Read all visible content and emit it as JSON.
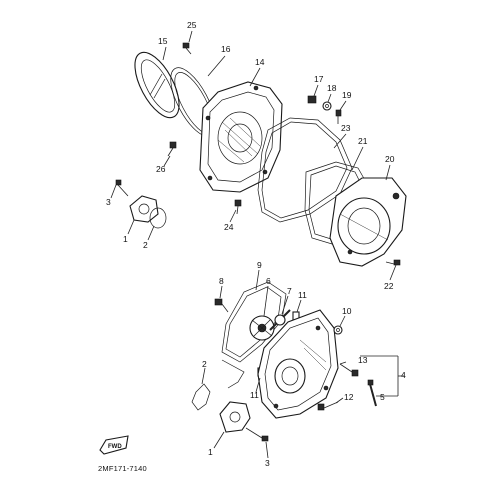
{
  "diagram": {
    "code": "2MF171-7140",
    "fwd_label": "FWD",
    "labels": {
      "p1a": "1",
      "p1b": "1",
      "p2a": "2",
      "p2b": "2",
      "p3a": "3",
      "p3b": "3",
      "p4": "4",
      "p5": "5",
      "p6": "6",
      "p7": "7",
      "p8": "8",
      "p9": "9",
      "p10": "10",
      "p11a": "11",
      "p11b": "11",
      "p12": "12",
      "p13": "13",
      "p14": "14",
      "p15": "15",
      "p16": "16",
      "p17": "17",
      "p18": "18",
      "p19": "19",
      "p20": "20",
      "p21": "21",
      "p22": "22",
      "p23": "23",
      "p24": "24",
      "p25": "25",
      "p26": "26"
    }
  }
}
